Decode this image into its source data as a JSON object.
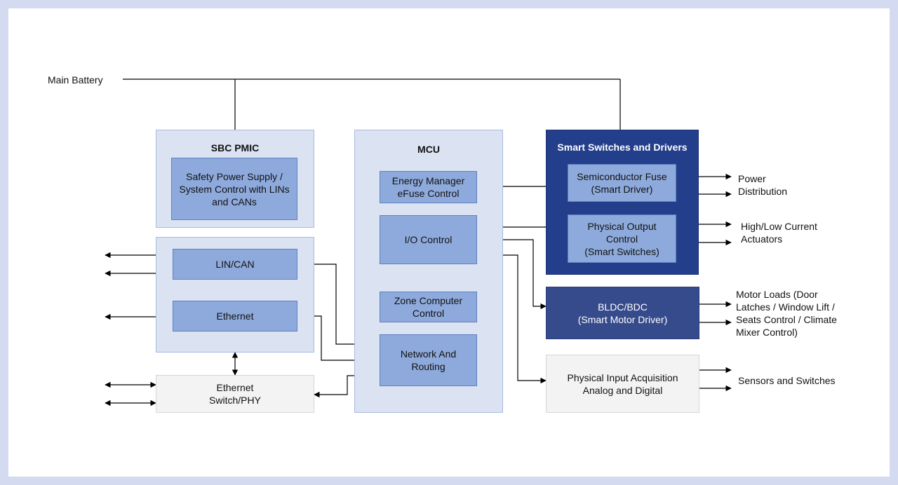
{
  "labels": {
    "main_battery": "Main Battery",
    "power_distribution": "Power\nDistribution",
    "high_low_current": "High/Low Current\nActuators",
    "motor_loads": "Motor Loads (Door\nLatches / Window Lift /\nSeats Control / Climate\nMixer Control)",
    "sensors_switches": "Sensors and Switches"
  },
  "groups": {
    "sbc_pmic": "SBC PMIC",
    "mcu": "MCU",
    "smart_switches": "Smart Switches and Drivers"
  },
  "blocks": {
    "safety_power": "Safety Power Supply /\nSystem Control with LINs\nand CANs",
    "lin_can": "LIN/CAN",
    "ethernet": "Ethernet",
    "ethernet_switch": "Ethernet\nSwitch/PHY",
    "energy_manager": "Energy Manager\neFuse Control",
    "io_control": "I/O Control",
    "zone_computer": "Zone Computer\nControl",
    "network_routing": "Network And\nRouting",
    "semiconductor_fuse": "Semiconductor Fuse\n(Smart Driver)",
    "physical_output": "Physical Output\nControl\n(Smart Switches)",
    "bldc_bdc": "BLDC/BDC\n(Smart Motor Driver)",
    "physical_input": "Physical Input Acquisition\nAnalog and Digital"
  },
  "colors": {
    "background": "#d4daf0",
    "group_light": "#dbe3f3",
    "group_dark": "#233e8b",
    "block_blue": "#8eaadc",
    "block_dark": "#364b8c",
    "block_gray": "#f3f3f3"
  }
}
